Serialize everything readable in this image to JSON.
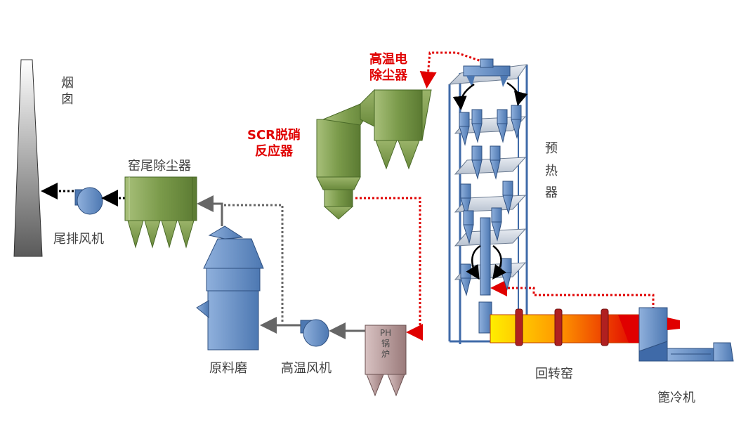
{
  "labels": {
    "chimney": "烟囱",
    "kiln_tail_dust_collector": "窑尾除尘器",
    "tail_exhaust_fan": "尾排风机",
    "raw_mill": "原料磨",
    "high_temp_fan": "高温风机",
    "ph_boiler_1": "PH",
    "ph_boiler_2": "锅",
    "ph_boiler_3": "炉",
    "scr_reactor_line1": "SCR脱硝",
    "scr_reactor_line2": "反应器",
    "esp_line1": "高温电",
    "esp_line2": "除尘器",
    "preheater_1": "预",
    "preheater_2": "热",
    "preheater_3": "器",
    "rotary_kiln": "回转窑",
    "grate_cooler": "篦冷机"
  },
  "colors": {
    "equipment_green": "#7a9a4a",
    "equipment_blue": "#5a86c0",
    "boiler_pink": "#b89a9a",
    "new_flow_red": "#e00000",
    "existing_flow_gray": "#707070",
    "flow_black": "#000000"
  }
}
